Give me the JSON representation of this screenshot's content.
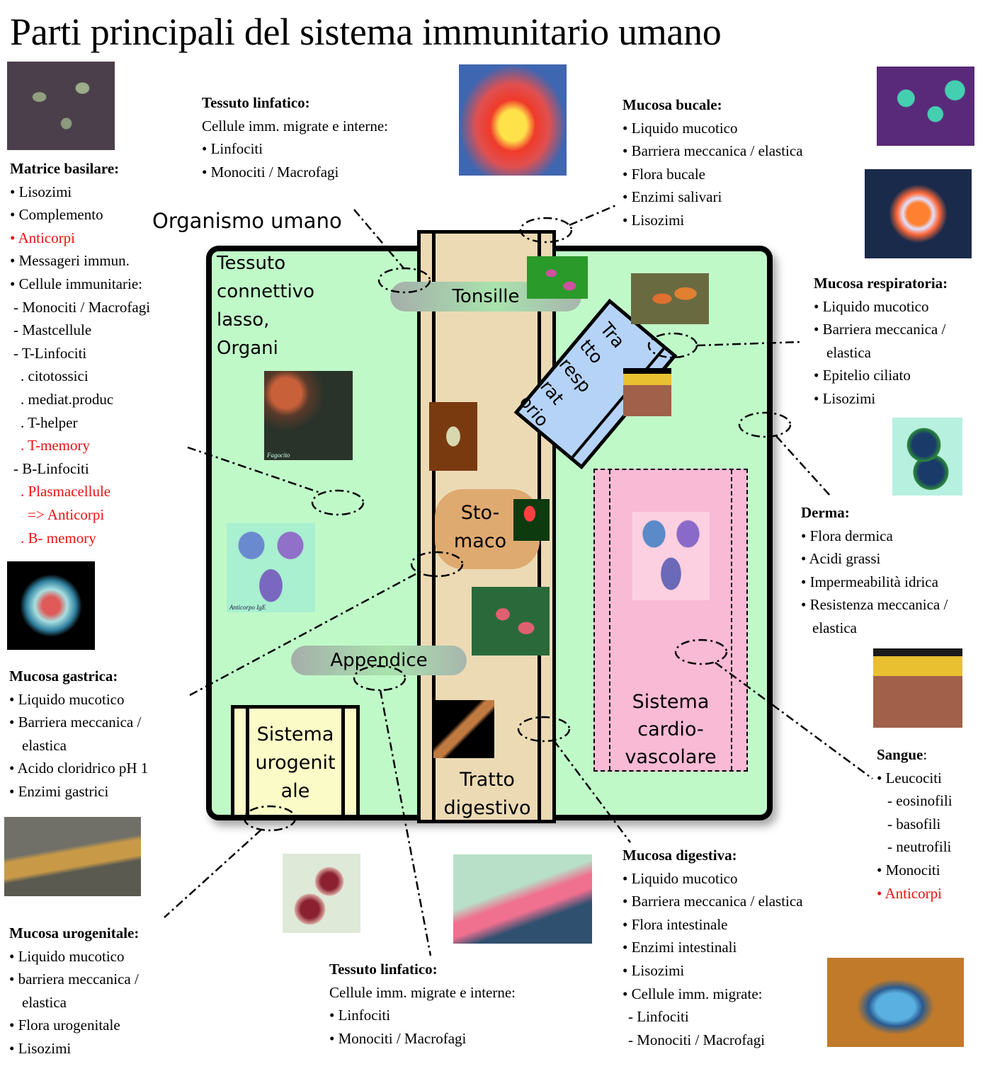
{
  "title": "Parti principali del sistema immunitario umano",
  "diagram": {
    "organism_label": "Organismo umano",
    "connective_tissue_label": [
      "Tessuto",
      "connettivo",
      "lasso,",
      "Organi"
    ],
    "tonsils_label": "Tonsille",
    "appendix_label": "Appendice",
    "stomach_label": [
      "Sto-",
      "maco"
    ],
    "digestive_tract_label": [
      "Tratto",
      "digestivo"
    ],
    "respiratory_tract_label": [
      "Tra",
      "tto",
      "resp",
      "irat",
      "orio"
    ],
    "cardiovascular_label": [
      "Sistema",
      "cardio-",
      "vascolare"
    ],
    "urogenital_label": [
      "Sistema",
      "urogenit",
      "ale"
    ],
    "photo_captions": {
      "phagocyte": "Fagocito",
      "antibody": "Anticorpo IgE"
    },
    "colors": {
      "organism_fill": "#c0f9c8",
      "tract_fill": "#ecdab4",
      "respiratory_fill": "#b5d3f7",
      "cardio_fill": "#f9bad5",
      "urogenital_fill": "#fbfbc7",
      "stomach_fill": "#deaa70",
      "highlight_text": "#ee1111"
    }
  },
  "blocks": {
    "matrice_basilare": {
      "heading": "Matrice basilare:",
      "items": [
        {
          "text": "• Lisozimi",
          "red": false
        },
        {
          "text": "• Complemento",
          "red": false
        },
        {
          "text": "• Anticorpi",
          "red": true
        },
        {
          "text": "• Messageri immun.",
          "red": false
        },
        {
          "text": "• Cellule immunitarie:",
          "red": false
        },
        {
          "text": " - Monociti / Macrofagi",
          "red": false
        },
        {
          "text": " - Mastcellule",
          "red": false
        },
        {
          "text": " - T-Linfociti",
          "red": false
        },
        {
          "text": "   . citotossici",
          "red": false
        },
        {
          "text": "   . mediat.produc",
          "red": false
        },
        {
          "text": "   . T-helper",
          "red": false
        },
        {
          "text": "   . T-memory",
          "red": true
        },
        {
          "text": " - B-Linfociti",
          "red": false
        },
        {
          "text": "   . Plasmacellule",
          "red": true
        },
        {
          "text": "     => Anticorpi",
          "red": true
        },
        {
          "text": "   . B- memory",
          "red": true
        }
      ]
    },
    "tessuto_linfatico_top": {
      "heading": "Tessuto linfatico:",
      "items": [
        "Cellule imm. migrate e interne:",
        "• Linfociti",
        "• Monociti / Macrofagi"
      ]
    },
    "mucosa_bucale": {
      "heading": "Mucosa bucale:",
      "items": [
        "• Liquido mucotico",
        "• Barriera meccanica / elastica",
        "• Flora bucale",
        "• Enzimi salivari",
        "• Lisozimi"
      ]
    },
    "mucosa_respiratoria": {
      "heading": "Mucosa respiratoria:",
      "items": [
        "• Liquido mucotico",
        "• Barriera meccanica /",
        "   elastica",
        "• Epitelio ciliato",
        "• Lisozimi"
      ]
    },
    "derma": {
      "heading": "Derma:",
      "items": [
        "• Flora dermica",
        "• Acidi grassi",
        "• Impermeabilità idrica",
        "• Resistenza meccanica /",
        "   elastica"
      ]
    },
    "sangue": {
      "heading": "Sangue",
      "heading_suffix": ":",
      "items": [
        {
          "text": "• Leucociti",
          "red": false
        },
        {
          "text": "   - eosinofili",
          "red": false
        },
        {
          "text": "   - basofili",
          "red": false
        },
        {
          "text": "   - neutrofili",
          "red": false
        },
        {
          "text": "• Monociti",
          "red": false
        },
        {
          "text": "• Anticorpi",
          "red": true
        }
      ]
    },
    "mucosa_gastrica": {
      "heading": "Mucosa gastrica:",
      "items": [
        "• Liquido mucotico",
        "• Barriera meccanica /",
        "   elastica",
        "• Acido cloridrico pH 1",
        "• Enzimi gastrici"
      ]
    },
    "mucosa_urogenitale": {
      "heading": "Mucosa urogenitale:",
      "items": [
        "• Liquido mucotico",
        "• barriera meccanica /",
        "   elastica",
        "• Flora urogenitale",
        "• Lisozimi"
      ]
    },
    "tessuto_linfatico_bottom": {
      "heading": "Tessuto linfatico:",
      "items": [
        "Cellule imm. migrate e interne:",
        "• Linfociti",
        "• Monociti / Macrofagi"
      ]
    },
    "mucosa_digestiva": {
      "heading": "Mucosa digestiva:",
      "items": [
        "• Liquido mucotico",
        "• Barriera meccanica / elastica",
        "• Flora intestinale",
        "• Enzimi intestinali",
        "• Lisozimi",
        "• Cellule imm. migrate:",
        "  - Linfociti",
        "  - Monociti / Macrofagi"
      ]
    }
  }
}
